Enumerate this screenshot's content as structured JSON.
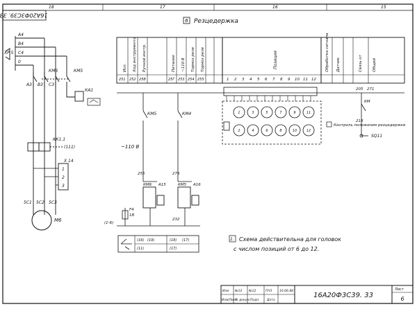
{
  "zones": [
    "18",
    "17",
    "16",
    "15"
  ],
  "doc_code": "16А20Ф3С39. 33",
  "heading": "Резцедержка",
  "heading_num": "6",
  "xp_label": "ХР 5",
  "power_lines": [
    "А4",
    "В4",
    "С4",
    "0"
  ],
  "power_sources": [
    "А3",
    "В3",
    "С3"
  ],
  "km6_label": "КМ6",
  "km5_label": "КМ5",
  "ka1_label": "КА1",
  "kk1_label": "КК1.1",
  "kk1_ref": "(111)",
  "xt_label": "Х 14",
  "terms": [
    "1",
    "2",
    "3"
  ],
  "motor_terms": [
    "5С1",
    "5С2",
    "5С3"
  ],
  "motor_name": "М6",
  "col_heads": [
    "Исп.",
    "Ход инструмента",
    "Ручной инстр.",
    "Питание",
    "~110 В",
    "Тормоз реле",
    "Тормоз реле"
  ],
  "col_nums": [
    "251",
    "252",
    "25В",
    "25Г",
    "253",
    "254",
    "255"
  ],
  "pos_head": "Позиция",
  "pos_nums": [
    "1",
    "2",
    "3",
    "4",
    "5",
    "6",
    "7",
    "8",
    "9",
    "10",
    "11",
    "12"
  ],
  "right_heads": [
    "Обработка сигнала",
    "Датчик",
    "Связь от",
    "Общий"
  ],
  "mains_label": "~110 В",
  "km_labels": [
    "КМ5",
    "КМ4"
  ],
  "wire_nums": [
    "255",
    "276",
    "232"
  ],
  "relays": [
    "КМ6",
    "А15",
    "КМ5",
    "А16"
  ],
  "node_labels": [
    "F4",
    "1В",
    "(1-6)"
  ],
  "ctrl_note": "Контроль положения резцедержки",
  "sq_label": "SQ11",
  "node_right": [
    "205",
    "271"
  ],
  "km_right": "КМ",
  "kk_right": "218",
  "legend_heads": [
    "(16)",
    "(19)",
    "(18)",
    "(17)"
  ],
  "legend_rows": [
    "(11)",
    "(17)"
  ],
  "note_num": "1.",
  "note_lines": [
    "Схема действительна для головок",
    "с числом позиций от 6 до 12."
  ],
  "title_block": {
    "designation": "16А20Ф3С39. 33",
    "sheet_label": "Лист",
    "sheet_num": "6",
    "row1": [
      "Изм",
      "№12",
      "№12",
      "ПЧЗ",
      "16.06.88"
    ],
    "row2": [
      "Изм/Лист",
      "№ докум.",
      "Подп.",
      "Дата"
    ]
  }
}
